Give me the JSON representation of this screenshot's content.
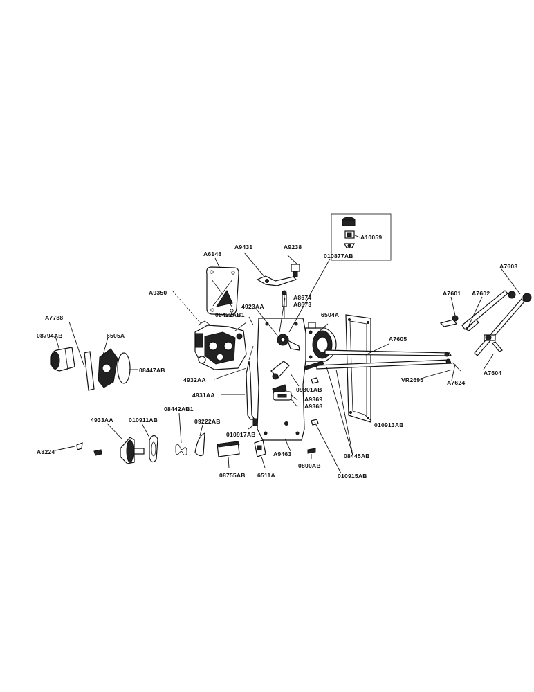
{
  "colors": {
    "ink": "#111111",
    "paper": "#ffffff"
  },
  "parts": [
    {
      "id": "A10059",
      "label": "A10059"
    },
    {
      "id": "A9238",
      "label": "A9238"
    },
    {
      "id": "A9431",
      "label": "A9431"
    },
    {
      "id": "A6148",
      "label": "A6148"
    },
    {
      "id": "010877AB",
      "label": "010877AB"
    },
    {
      "id": "A7603",
      "label": "A7603"
    },
    {
      "id": "A7601",
      "label": "A7601"
    },
    {
      "id": "A7602",
      "label": "A7602"
    },
    {
      "id": "A9350",
      "label": "A9350"
    },
    {
      "id": "A8674",
      "label": "A8674"
    },
    {
      "id": "A8673",
      "label": "A8673"
    },
    {
      "id": "4923AA",
      "label": "4923AA"
    },
    {
      "id": "08422AB1",
      "label": "08422AB1"
    },
    {
      "id": "6504A",
      "label": "6504A"
    },
    {
      "id": "A7788",
      "label": "A7788"
    },
    {
      "id": "08794AB",
      "label": "08794AB"
    },
    {
      "id": "6505A",
      "label": "6505A"
    },
    {
      "id": "A7605",
      "label": "A7605"
    },
    {
      "id": "08447AB",
      "label": "08447AB"
    },
    {
      "id": "VR2695",
      "label": "VR2695"
    },
    {
      "id": "A7624",
      "label": "A7624"
    },
    {
      "id": "A7604",
      "label": "A7604"
    },
    {
      "id": "4932AA",
      "label": "4932AA"
    },
    {
      "id": "09301AB",
      "label": "09301AB"
    },
    {
      "id": "4931AA",
      "label": "4931AA"
    },
    {
      "id": "A9369",
      "label": "A9369"
    },
    {
      "id": "A9368",
      "label": "A9368"
    },
    {
      "id": "08442AB1",
      "label": "08442AB1"
    },
    {
      "id": "4933AA",
      "label": "4933AA"
    },
    {
      "id": "010911AB",
      "label": "010911AB"
    },
    {
      "id": "09222AB",
      "label": "09222AB"
    },
    {
      "id": "010913AB",
      "label": "010913AB"
    },
    {
      "id": "010917AB",
      "label": "010917AB"
    },
    {
      "id": "A8224",
      "label": "A8224"
    },
    {
      "id": "A9463",
      "label": "A9463"
    },
    {
      "id": "08445AB",
      "label": "08445AB"
    },
    {
      "id": "0800AB",
      "label": "0800AB"
    },
    {
      "id": "08755AB",
      "label": "08755AB"
    },
    {
      "id": "6511A",
      "label": "6511A"
    },
    {
      "id": "010915AB",
      "label": "010915AB"
    }
  ]
}
